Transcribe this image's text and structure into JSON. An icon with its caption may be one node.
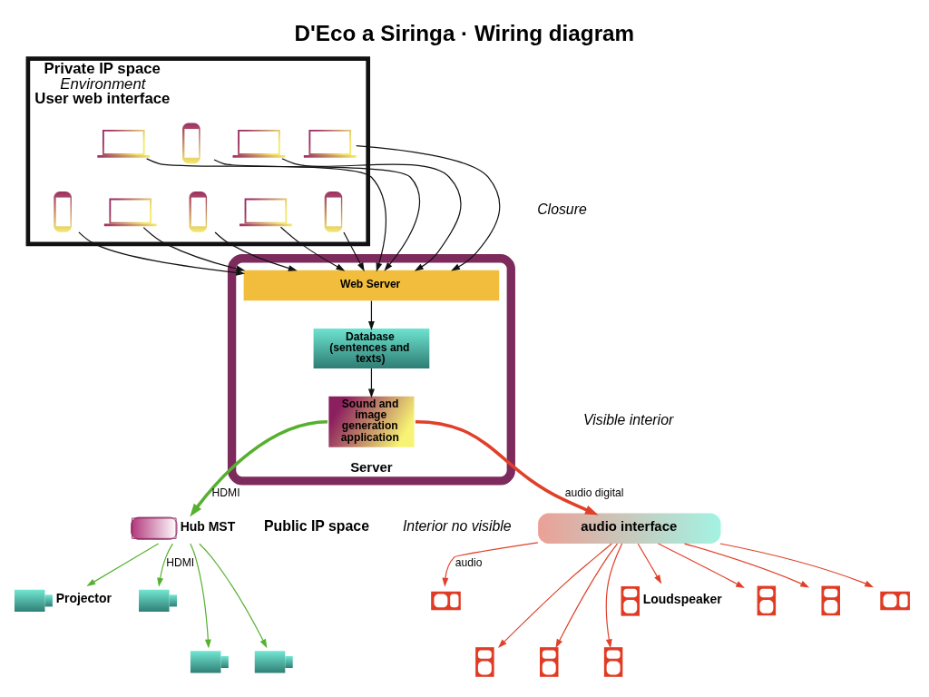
{
  "diagram": {
    "title": "D'Eco a Siringa · Wiring diagram",
    "nodes": [
      {
        "text": [
          "Private IP space",
          "Environment",
          "User web interface"
        ]
      },
      {
        "text": [],
        "shape": "laptop",
        "in": 0
      },
      {
        "text": [],
        "shape": "phone",
        "in": 0
      },
      {
        "text": [],
        "shape": "laptop",
        "in": 0
      },
      {
        "text": [],
        "shape": "laptop",
        "in": 0
      },
      {
        "text": [],
        "shape": "phone",
        "in": 0
      },
      {
        "text": [],
        "shape": "laptop",
        "in": 0
      },
      {
        "text": [],
        "shape": "phone",
        "in": 0
      },
      {
        "text": [],
        "shape": "laptop",
        "in": 0
      },
      {
        "text": [],
        "shape": "phone",
        "in": 0
      },
      {
        "text": [
          "Server"
        ]
      },
      {
        "text": [
          "Web Server"
        ],
        "in": 10
      },
      {
        "text": [
          "Database (sentences and texts)"
        ],
        "in": 10
      },
      {
        "text": [
          "Sound and image generation application"
        ],
        "in": 10
      },
      {
        "text": [],
        "shape": "projector",
        "beside": [
          "Projector"
        ]
      },
      {
        "text": [],
        "shape": "projector"
      },
      {
        "text": [],
        "shape": "speaker",
        "beside": [
          "Loudspeaker"
        ]
      },
      {
        "text": [],
        "shape": "speaker"
      },
      {
        "text": [],
        "shape": "speaker"
      },
      {
        "text": [],
        "shape": "speaker"
      },
      {
        "text": [],
        "shape": "speaker"
      },
      {
        "text": [
          "audio interface"
        ]
      },
      {
        "text": [],
        "shape": "pill",
        "beside": [
          "Hub MST"
        ]
      },
      {
        "text": [],
        "shape": "speaker"
      },
      {
        "text": [],
        "shape": "speaker"
      },
      {
        "text": [],
        "shape": "speaker"
      },
      {
        "text": [],
        "shape": "projector"
      },
      {
        "text": [],
        "shape": "projector"
      }
    ],
    "edges": [
      {
        "from": 1,
        "to": 11,
        "arrow": "to"
      },
      {
        "from": 2,
        "to": 11,
        "arrow": "to"
      },
      {
        "from": 3,
        "to": 11,
        "arrow": "to"
      },
      {
        "from": 4,
        "to": 11,
        "arrow": "to"
      },
      {
        "from": 5,
        "to": 11,
        "arrow": "to"
      },
      {
        "from": 6,
        "to": 11,
        "arrow": "to"
      },
      {
        "from": 7,
        "to": 11,
        "arrow": "to"
      },
      {
        "from": 8,
        "to": 11,
        "arrow": "to"
      },
      {
        "from": 9,
        "to": 11,
        "arrow": "to"
      },
      {
        "from": 11,
        "to": 12,
        "arrow": "to"
      },
      {
        "from": 12,
        "to": 13,
        "arrow": "to"
      },
      {
        "from": 13,
        "to": 22,
        "arrow": "to",
        "label": "HDMI",
        "style": "thick",
        "color": "#56b030"
      },
      {
        "from": 13,
        "to": 21,
        "arrow": "to",
        "label": "audio digital",
        "style": "thick",
        "color": "#e0402a"
      },
      {
        "from": 22,
        "to": 14,
        "arrow": "to",
        "color": "#56b030"
      },
      {
        "from": 22,
        "to": 15,
        "arrow": "to",
        "label": "HDMI",
        "color": "#56b030"
      },
      {
        "from": 22,
        "to": 26,
        "arrow": "to",
        "color": "#56b030"
      },
      {
        "from": 22,
        "to": 27,
        "arrow": "to",
        "color": "#56b030"
      },
      {
        "from": 21,
        "to": 16,
        "arrow": "to",
        "color": "#e0402a"
      },
      {
        "from": 21,
        "to": 17,
        "arrow": "to",
        "color": "#e0402a"
      },
      {
        "from": 21,
        "to": 18,
        "arrow": "to",
        "color": "#e0402a"
      },
      {
        "from": 21,
        "to": 19,
        "arrow": "to",
        "color": "#e0402a"
      },
      {
        "from": 21,
        "to": 20,
        "arrow": "to",
        "label": "audio",
        "color": "#e0402a"
      },
      {
        "from": 21,
        "to": 23,
        "arrow": "to",
        "color": "#e0402a"
      },
      {
        "from": 21,
        "to": 24,
        "arrow": "to",
        "color": "#e0402a"
      },
      {
        "from": 21,
        "to": 25,
        "arrow": "to",
        "color": "#e0402a"
      }
    ],
    "labels": [
      "Visible interior",
      "Closure",
      "Public IP space",
      "Interior no visible"
    ]
  }
}
